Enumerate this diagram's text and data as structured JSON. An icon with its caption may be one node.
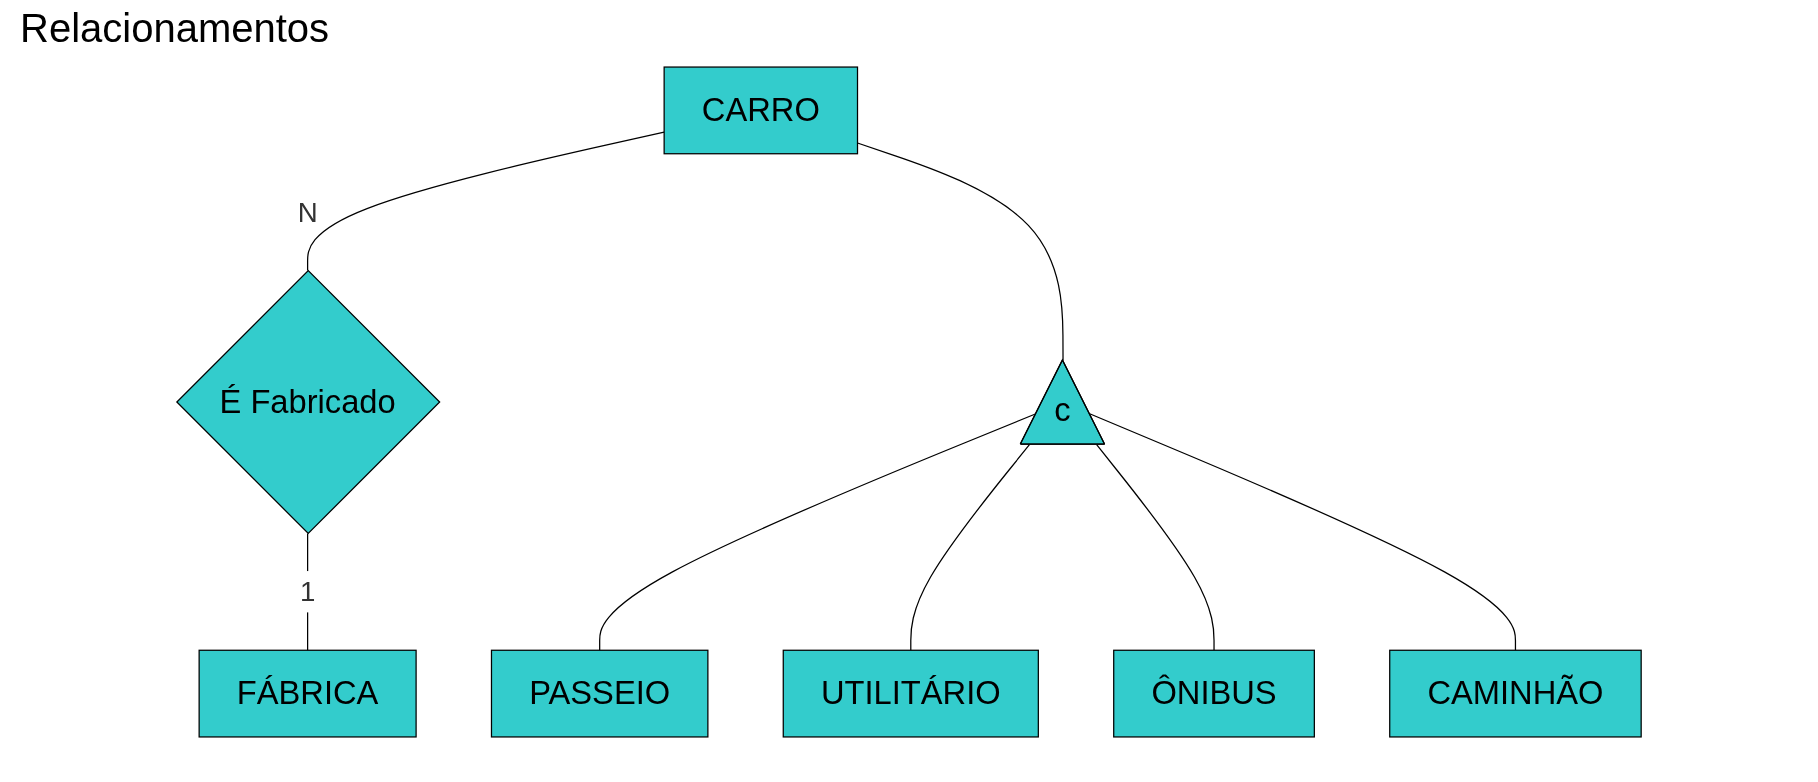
{
  "diagram": {
    "title": "Relacionamentos",
    "nodes": [
      {
        "text": [
          "FÁBRICA"
        ]
      },
      {
        "text": [
          "CARRO"
        ]
      },
      {
        "text": [
          "É Fabricado"
        ]
      },
      {
        "text": [
          "c"
        ]
      },
      {
        "text": [
          "PASSEIO"
        ]
      },
      {
        "text": [
          "UTILITÁRIO"
        ]
      },
      {
        "text": [
          "ÔNIBUS"
        ]
      },
      {
        "text": [
          "CAMINHÃO"
        ]
      }
    ],
    "edges": [
      {
        "from": 1,
        "to": 2,
        "arrow": "none",
        "label": "N"
      },
      {
        "from": 2,
        "to": 0,
        "arrow": "none",
        "label": "1"
      },
      {
        "from": 1,
        "to": 3,
        "arrow": "none"
      },
      {
        "from": 3,
        "to": 4,
        "arrow": "none"
      },
      {
        "from": 3,
        "to": 5,
        "arrow": "none"
      },
      {
        "from": 3,
        "to": 6,
        "arrow": "none"
      },
      {
        "from": 3,
        "to": 7,
        "arrow": "none"
      }
    ]
  }
}
